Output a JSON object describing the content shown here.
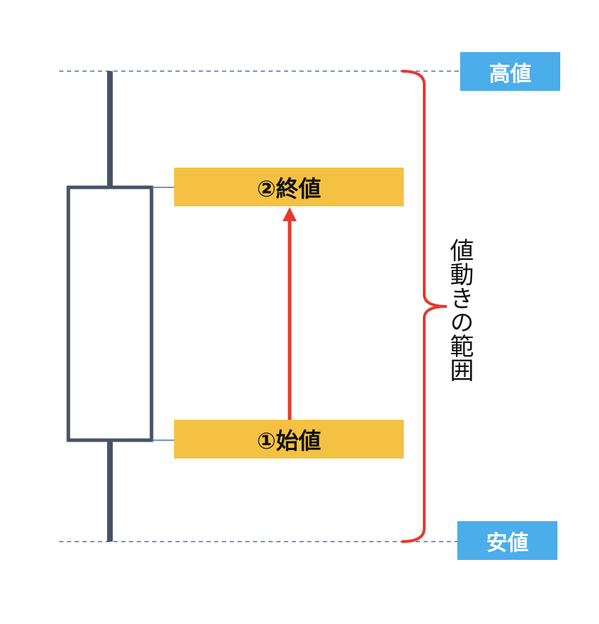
{
  "labels": {
    "high": "高値",
    "low": "安値",
    "close": "②終値",
    "open": "①始値",
    "range": "値動きの範囲"
  },
  "colors": {
    "candle": "#465366",
    "blue_box": "#4badea",
    "yellow_box": "#f4c142",
    "arrow": "#e53a2e",
    "dashed_line": "#4472c4",
    "connector": "#4472c4"
  }
}
